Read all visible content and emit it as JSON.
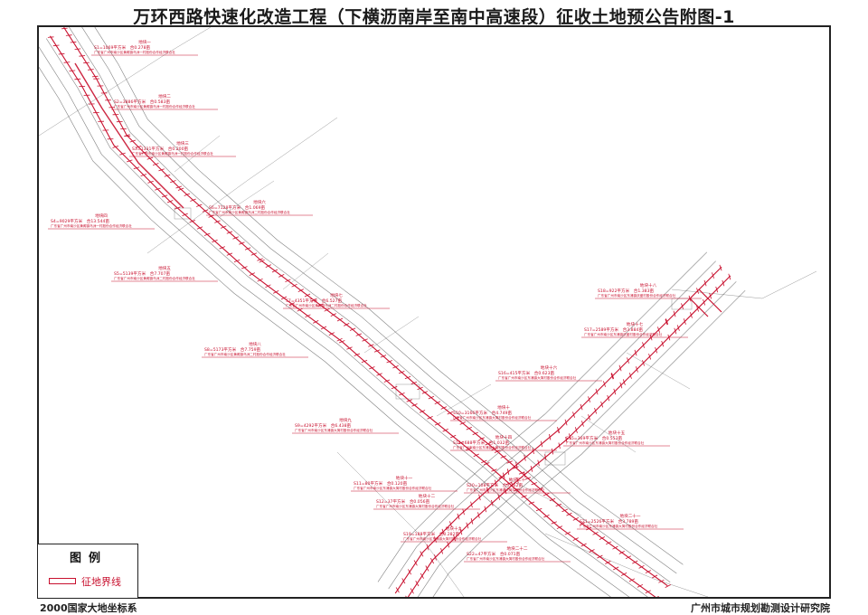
{
  "title": "万环西路快速化改造工程（下横沥南岸至南中高速段）征收土地预公告附图-1",
  "legend": {
    "title": "图例",
    "items": [
      {
        "label": "征地界线",
        "color": "#c8102e"
      }
    ]
  },
  "footer": {
    "coordinate_system": "2000国家大地坐标系",
    "institute": "广州市城市规划勘测设计研究院"
  },
  "colors": {
    "boundary": "#c8102e",
    "linework": "#555555",
    "frame": "#222222"
  },
  "parcels": [
    {
      "name": "地块一",
      "area": "S1=1069平方米",
      "mu": "合0.278亩",
      "owner": "广东省广州市南沙区黄阁镇乌洲一村股份合作经济联合社"
    },
    {
      "name": "地块二",
      "area": "S2=3886平方米",
      "mu": "合0.583亩",
      "owner": "广东省广州市南沙区黄阁镇乌洲一村股份合作经济联合社"
    },
    {
      "name": "地块三",
      "area": "S3=1331平方米",
      "mu": "合0.200亩",
      "owner": "广东省广州市南沙区黄阁镇乌洲一村股份合作经济联合社"
    },
    {
      "name": "地块四",
      "area": "S4=9029平方米",
      "mu": "合13.544亩",
      "owner": "广东省广州市南沙区黄阁镇乌洲一村股份合作经济联合社"
    },
    {
      "name": "地块五",
      "area": "S5=5139平方米",
      "mu": "合7.707亩",
      "owner": "广东省广州市南沙区黄阁镇乌洲二村股份合作经济联合社"
    },
    {
      "name": "地块六",
      "area": "S6=7128平方米",
      "mu": "合1.069亩",
      "owner": "广东省广州市南沙区黄阁镇乌洲二村股份合作经济联合社"
    },
    {
      "name": "地块七",
      "area": "S7=4351平方米",
      "mu": "合6.527亩",
      "owner": "广东省广州市南沙区黄阁镇乌洲二村股份合作经济联合社"
    },
    {
      "name": "地块八",
      "area": "S8=5173平方米",
      "mu": "合7.759亩",
      "owner": "广东省广州市南沙区黄阁镇乌洲二村股份合作经济联合社"
    },
    {
      "name": "地块九",
      "area": "S9=4292平方米",
      "mu": "合6.438亩",
      "owner": "广东省广州市南沙区东涌镇大简村股份合作经济联合社"
    },
    {
      "name": "地块十",
      "area": "S10=3166平方米",
      "mu": "合4.749亩",
      "owner": "广东省广州市南沙区东涌镇大简村股份合作经济联合社"
    },
    {
      "name": "地块十一",
      "area": "S11=80平方米",
      "mu": "合0.120亩",
      "owner": "广东省广州市南沙区东涌镇大简村股份合作经济联合社"
    },
    {
      "name": "地块十二",
      "area": "S12=37平方米",
      "mu": "合0.056亩",
      "owner": "广东省广州市南沙区东涌镇大简村股份合作经济联合社"
    },
    {
      "name": "地块十四",
      "area": "S14=688平方米",
      "mu": "合1.032亩",
      "owner": "广东省广州市南沙区东涌镇大简村股份合作经济联合社"
    },
    {
      "name": "地块十五",
      "area": "S15=369平方米",
      "mu": "合0.553亩",
      "owner": "广东省广州市南沙区东涌镇大简村股份合作经济联合社"
    },
    {
      "name": "地块十六",
      "area": "S16=415平方米",
      "mu": "合0.623亩",
      "owner": "广东省广州市南沙区东涌镇大简村股份合作经济联合社"
    },
    {
      "name": "地块十七",
      "area": "S17=2589平方米",
      "mu": "合3.884亩",
      "owner": "广东省广州市南沙区东涌镇庆盛村股份合作经济联合社"
    },
    {
      "name": "地块十八",
      "area": "S18=922平方米",
      "mu": "合1.383亩",
      "owner": "广东省广州市南沙区东涌镇庆盛村股份合作经济联合社"
    },
    {
      "name": "地块十九",
      "area": "S19=188平方米",
      "mu": "合0.282亩",
      "owner": "广东省广州市南沙区东涌镇大简村股份合作经济联合社"
    },
    {
      "name": "地块二十",
      "area": "S20=108平方米",
      "mu": "合0.162亩",
      "owner": "广东省广州市南沙区东涌镇大简村股份合作经济联合社"
    },
    {
      "name": "地块二十一",
      "area": "S21=2526平方米",
      "mu": "合3.789亩",
      "owner": "广东省广州市南沙区东涌镇大简村股份合作经济联合社"
    },
    {
      "name": "地块二十二",
      "area": "S22=47平方米",
      "mu": "合0.071亩",
      "owner": "广东省广州市南沙区东涌镇大简村股份合作经济联合社"
    }
  ]
}
